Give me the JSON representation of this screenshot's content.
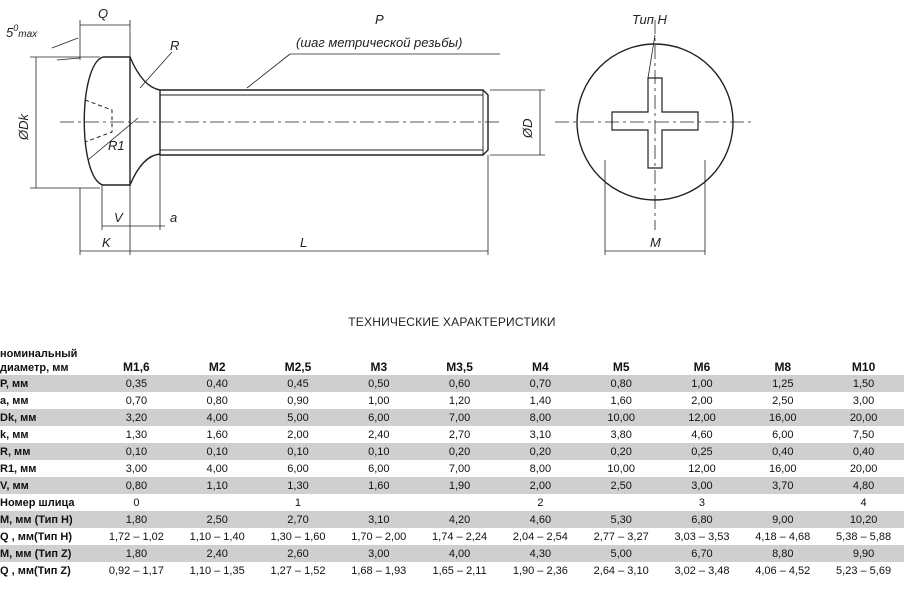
{
  "drawing": {
    "labels": {
      "max_angle_deg": "5",
      "max_angle_sup": "0",
      "max_angle_sub": "max",
      "q": "Q",
      "r": "R",
      "p": "P",
      "p_note": "(шаг метрической резьбы)",
      "dk": "ØDk",
      "r1": "R1",
      "d": "ØD",
      "v": "V",
      "a": "a",
      "k": "K",
      "l": "L",
      "type_h": "Тип H",
      "m": "M"
    }
  },
  "table": {
    "title": "ТЕХНИЧЕСКИЕ ХАРАКТЕРИСТИКИ",
    "header_label": "номинальный диаметр, мм",
    "sizes": [
      "M1,6",
      "M2",
      "M2,5",
      "M3",
      "M3,5",
      "M4",
      "M5",
      "M6",
      "M8",
      "M10"
    ],
    "rows": [
      {
        "label": "P, мм",
        "shade": true,
        "values": [
          "0,35",
          "0,40",
          "0,45",
          "0,50",
          "0,60",
          "0,70",
          "0,80",
          "1,00",
          "1,25",
          "1,50"
        ]
      },
      {
        "label": "a, мм",
        "shade": false,
        "values": [
          "0,70",
          "0,80",
          "0,90",
          "1,00",
          "1,20",
          "1,40",
          "1,60",
          "2,00",
          "2,50",
          "3,00"
        ]
      },
      {
        "label": "Dk, мм",
        "shade": true,
        "values": [
          "3,20",
          "4,00",
          "5,00",
          "6,00",
          "7,00",
          "8,00",
          "10,00",
          "12,00",
          "16,00",
          "20,00"
        ]
      },
      {
        "label": "k, мм",
        "shade": false,
        "values": [
          "1,30",
          "1,60",
          "2,00",
          "2,40",
          "2,70",
          "3,10",
          "3,80",
          "4,60",
          "6,00",
          "7,50"
        ]
      },
      {
        "label": "R, мм",
        "shade": true,
        "values": [
          "0,10",
          "0,10",
          "0,10",
          "0,10",
          "0,20",
          "0,20",
          "0,20",
          "0,25",
          "0,40",
          "0,40"
        ]
      },
      {
        "label": "R1, мм",
        "shade": false,
        "values": [
          "3,00",
          "4,00",
          "6,00",
          "6,00",
          "7,00",
          "8,00",
          "10,00",
          "12,00",
          "16,00",
          "20,00"
        ]
      },
      {
        "label": "V, мм",
        "shade": true,
        "values": [
          "0,80",
          "1,10",
          "1,30",
          "1,60",
          "1,90",
          "2,00",
          "2,50",
          "3,00",
          "3,70",
          "4,80"
        ]
      },
      {
        "label": "Номер шлица",
        "shade": false,
        "values": [
          "0",
          "",
          "1",
          "",
          "",
          "2",
          "",
          "3",
          "",
          "4"
        ]
      },
      {
        "label": "M, мм (Тип H)",
        "shade": true,
        "values": [
          "1,80",
          "2,50",
          "2,70",
          "3,10",
          "4,20",
          "4,60",
          "5,30",
          "6,80",
          "9,00",
          "10,20"
        ]
      },
      {
        "label": "Q , мм(Тип H)",
        "shade": false,
        "values": [
          "1,72 – 1,02",
          "1,10 – 1,40",
          "1,30 – 1,60",
          "1,70 – 2,00",
          "1,74 – 2,24",
          "2,04 – 2,54",
          "2,77 – 3,27",
          "3,03 – 3,53",
          "4,18 – 4,68",
          "5,38 – 5,88"
        ]
      },
      {
        "label": "M, мм (Тип Z)",
        "shade": true,
        "values": [
          "1,80",
          "2,40",
          "2,60",
          "3,00",
          "4,00",
          "4,30",
          "5,00",
          "6,70",
          "8,80",
          "9,90"
        ]
      },
      {
        "label": "Q , мм(Тип Z)",
        "shade": false,
        "values": [
          "0,92 – 1,17",
          "1,10 – 1,35",
          "1,27 – 1,52",
          "1,68 – 1,93",
          "1,65 – 2,11",
          "1,90 – 2,36",
          "2,64 – 3,10",
          "3,02 – 3,48",
          "4,06 – 4,52",
          "5,23 – 5,69"
        ]
      }
    ]
  }
}
